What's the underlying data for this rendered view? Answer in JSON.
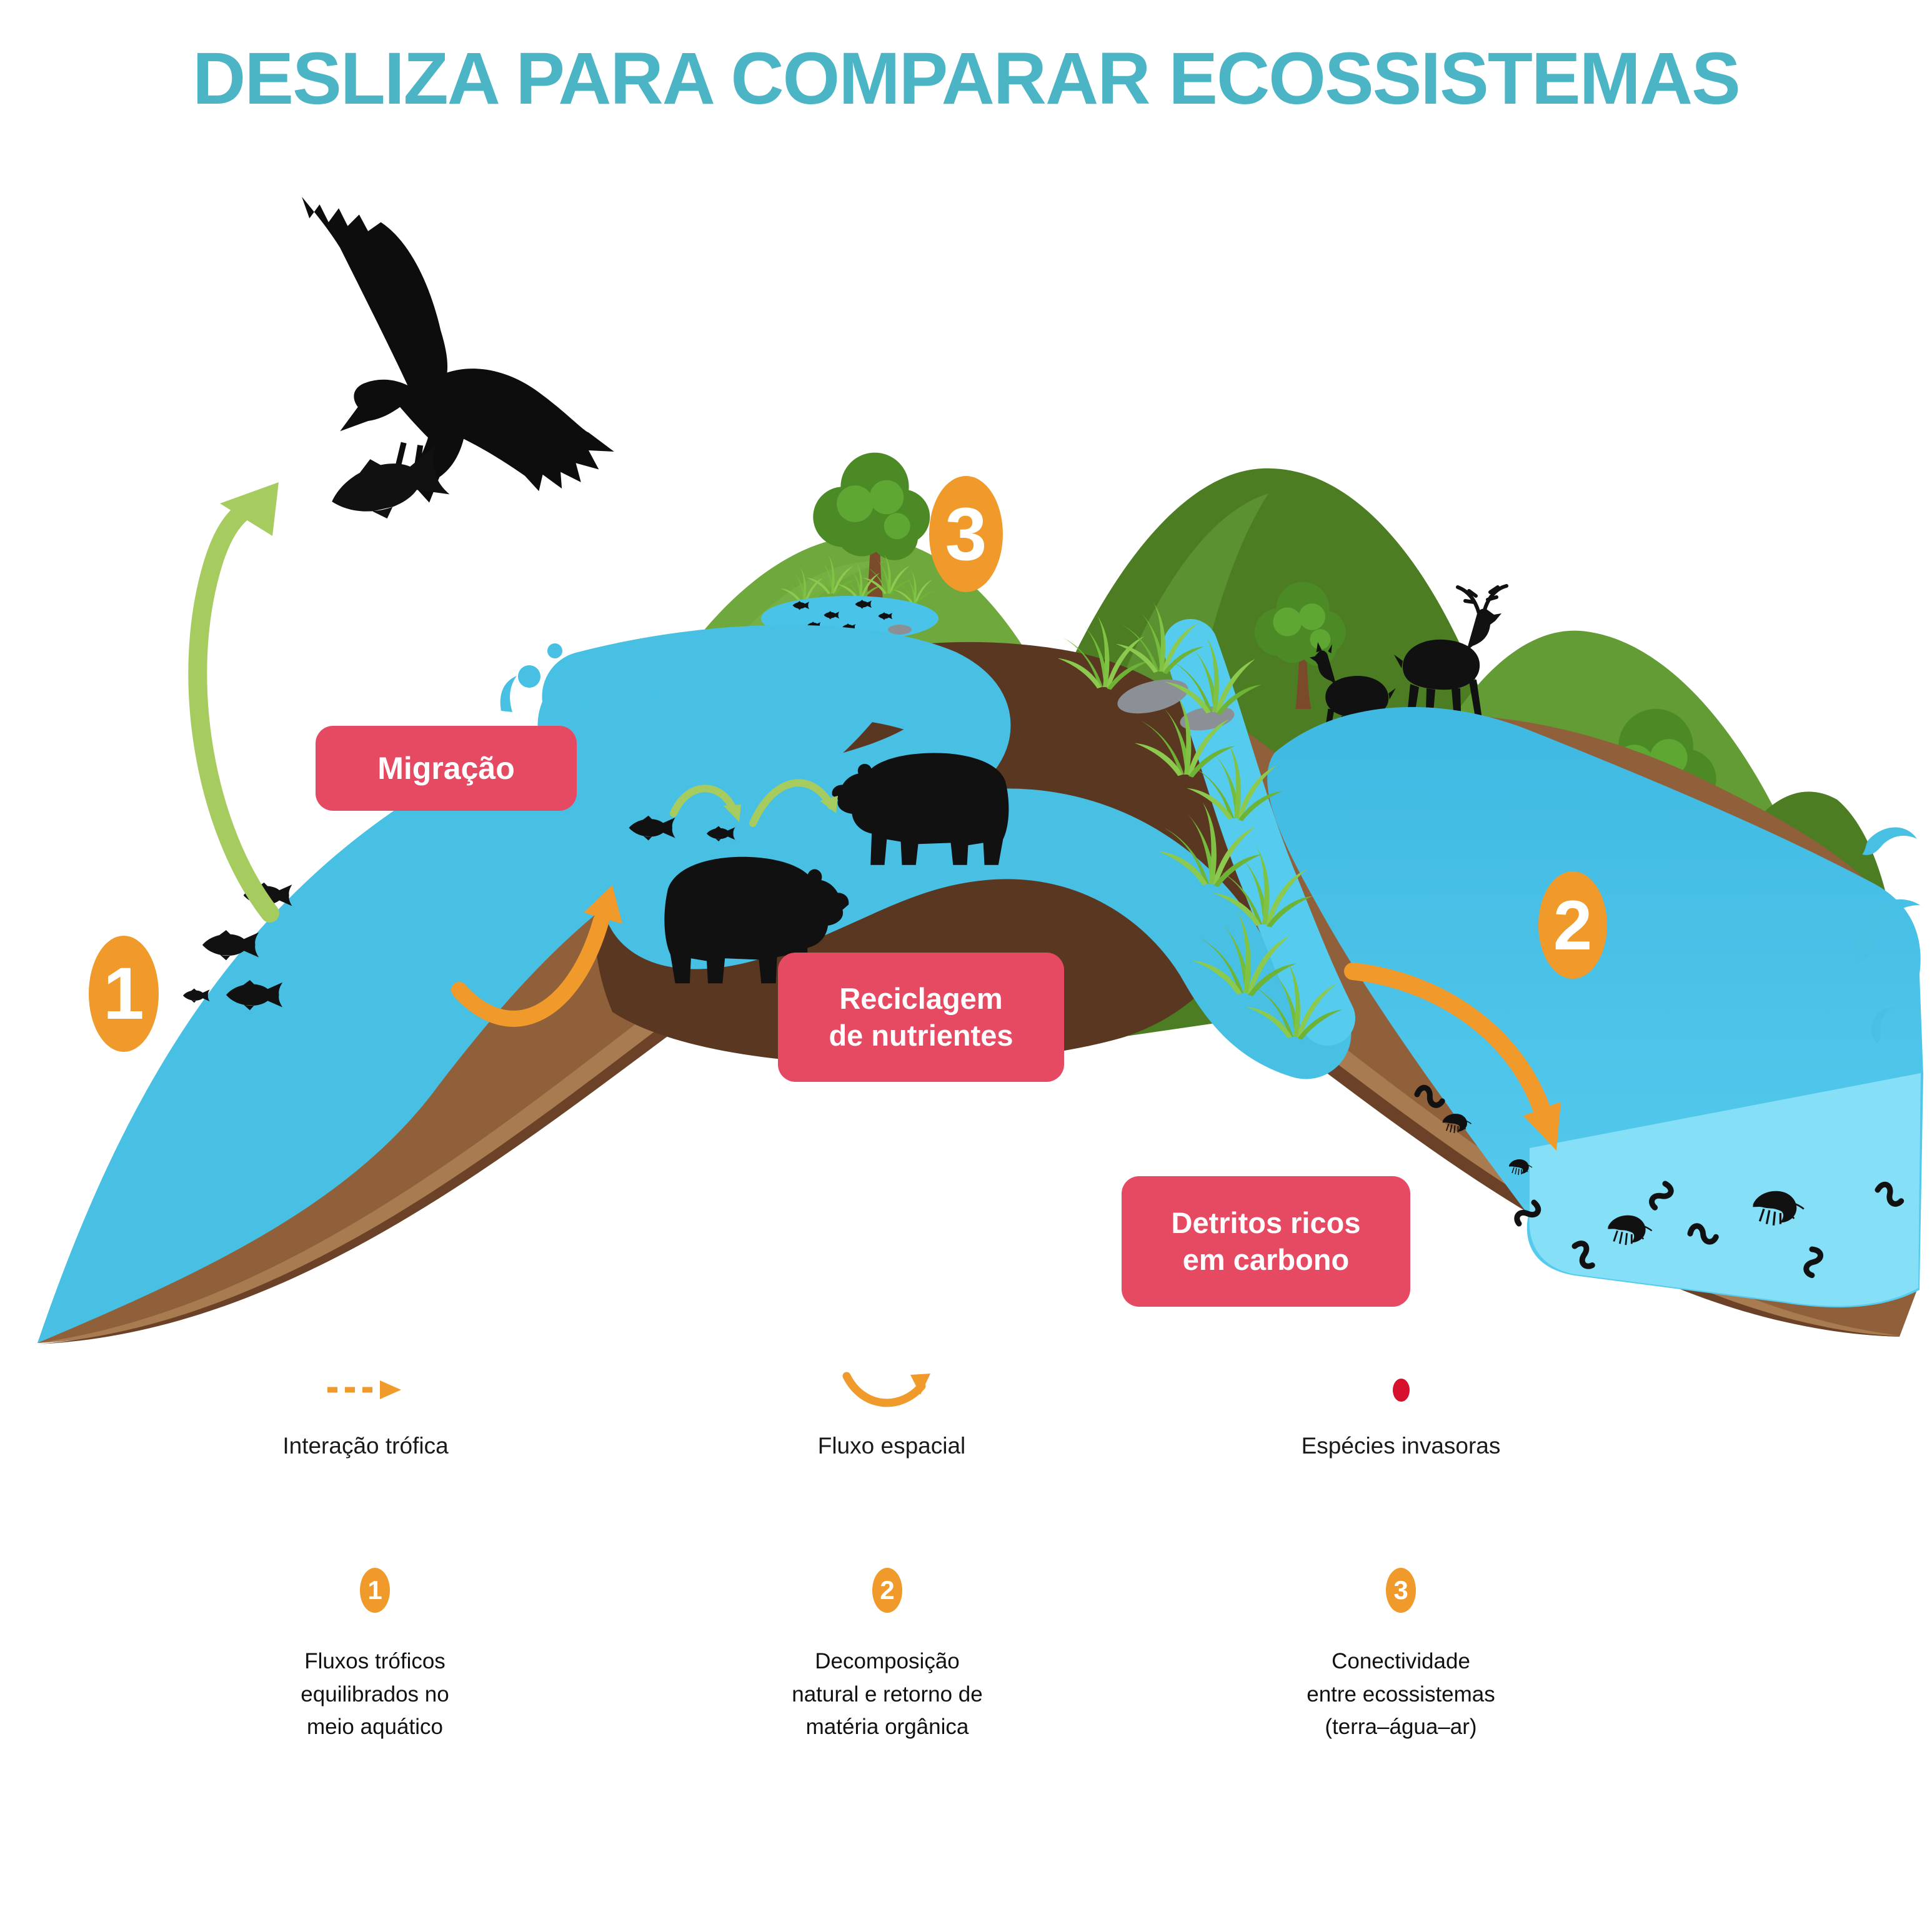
{
  "title": "DESLIZA PARA COMPARAR ECOSSISTEMAS",
  "colors": {
    "title_teal": "#4BB5C6",
    "label_red": "#E64A63",
    "badge_orange": "#F09A2B",
    "arrow_green": "#A6CB5F",
    "water_blue": "#45BEE8",
    "invasive_red": "#D5112E"
  },
  "scene": {
    "labels": {
      "migration": "Migração",
      "nutrient_recycling": "Reciclagem\nde nutrientes",
      "carbon_detritus": "Detritos ricos\nem carbono"
    },
    "badges": {
      "one": "1",
      "two": "2",
      "three": "3"
    }
  },
  "legend": {
    "items": [
      {
        "icon": "trophic-dashed-arrow-icon",
        "label": "Interação trófica"
      },
      {
        "icon": "spatial-flow-arrow-icon",
        "label": "Fluxo espacial"
      },
      {
        "icon": "invasive-species-dot-icon",
        "label": "Espécies invasoras"
      }
    ]
  },
  "notes": {
    "items": [
      {
        "number": "1",
        "text": "Fluxos tróficos\nequilibrados no\nmeio aquático"
      },
      {
        "number": "2",
        "text": "Decomposição\nnatural e retorno de\nmatéria orgânica"
      },
      {
        "number": "3",
        "text": "Conectividade\nentre ecossistemas\n(terra–água–ar)"
      }
    ]
  }
}
